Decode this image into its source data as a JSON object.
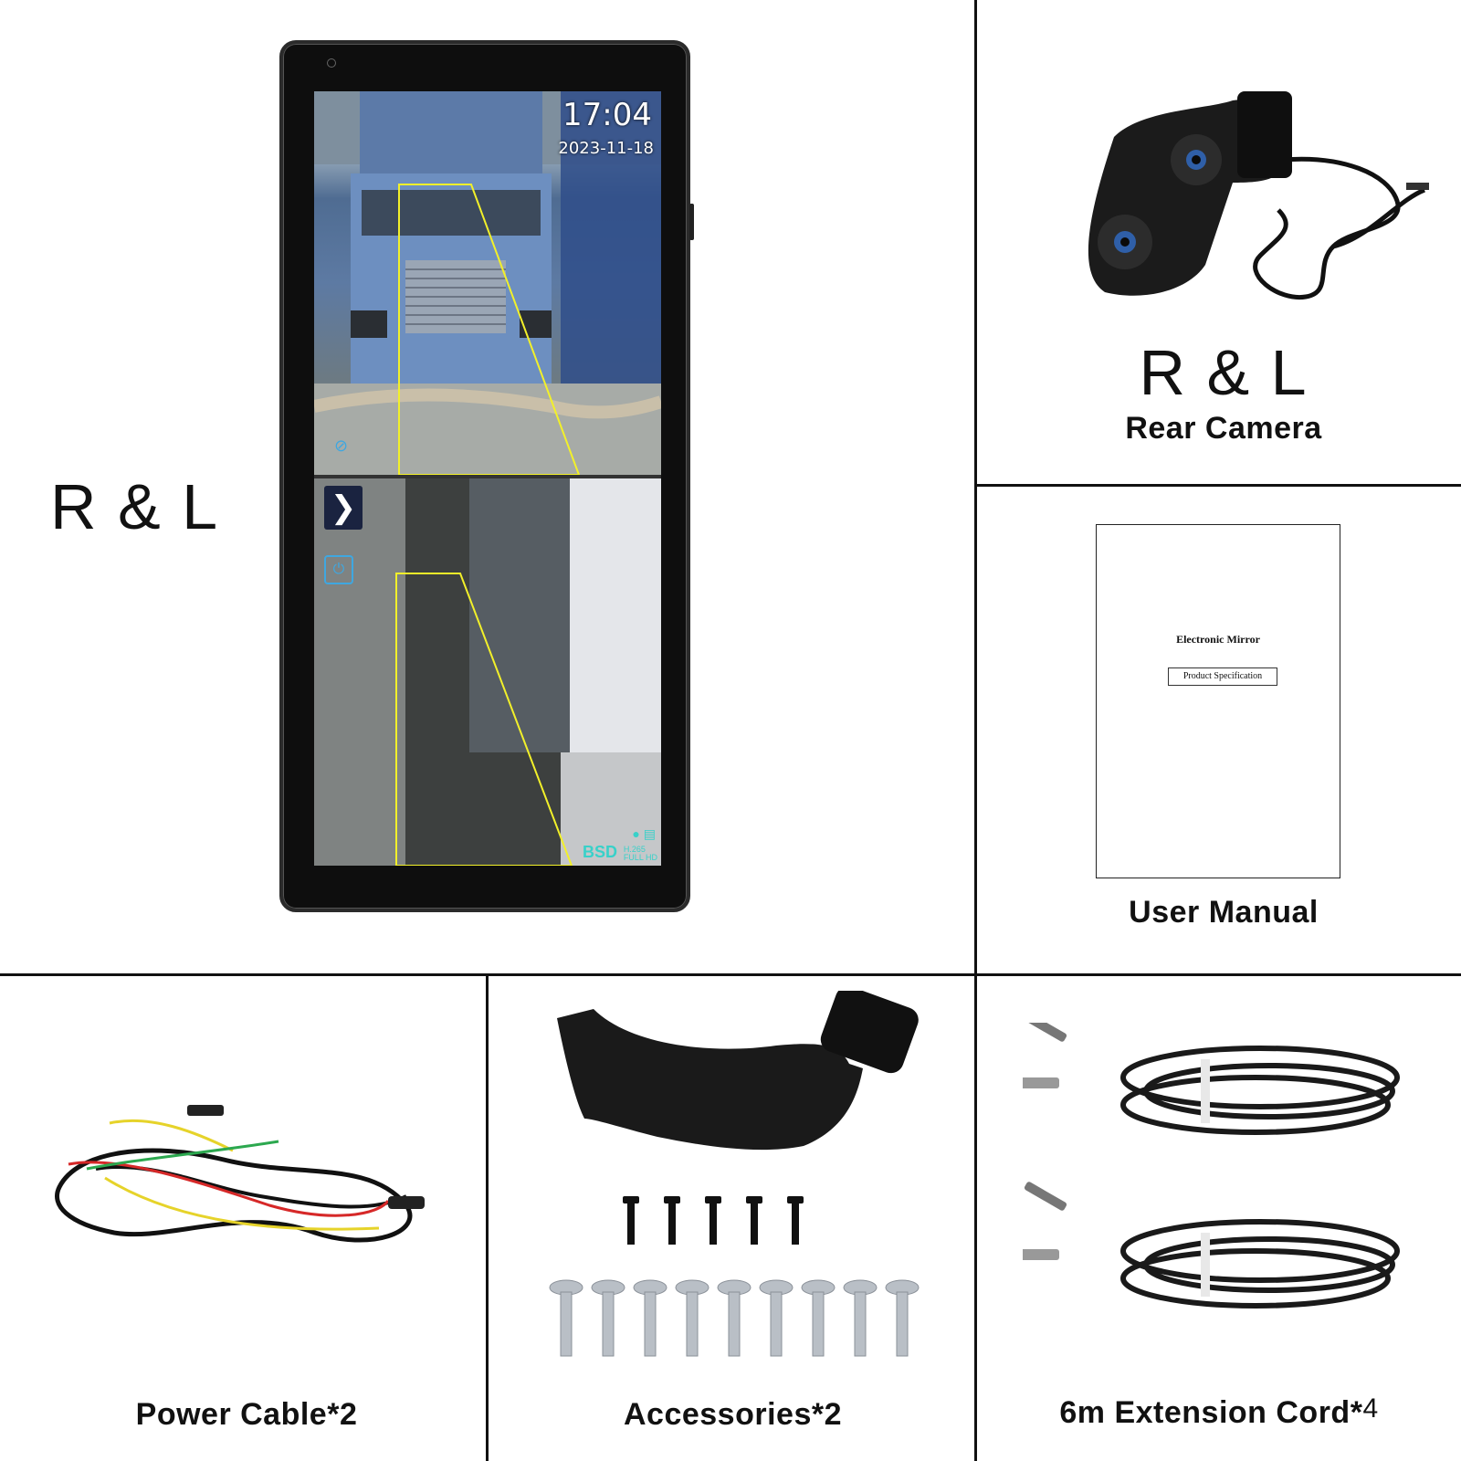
{
  "main_label": "R & L",
  "monitor": {
    "clock": "17:04",
    "date": "2023-11-18",
    "arrow_symbol": "❯",
    "power_symbol": "⏻",
    "bsd_label": "BSD",
    "codec_line1": "H.265",
    "codec_line2": "FULL HD"
  },
  "camera": {
    "title": "R & L",
    "caption": "Rear Camera"
  },
  "manual": {
    "doc_title": "Electronic Mirror",
    "doc_subtitle": "Product Specification",
    "caption": "User Manual"
  },
  "power_cable": {
    "caption": "Power Cable*2"
  },
  "accessories": {
    "caption": "Accessories*2"
  },
  "extension": {
    "caption_main": "6m Extension Cord*",
    "caption_sup": "4"
  }
}
